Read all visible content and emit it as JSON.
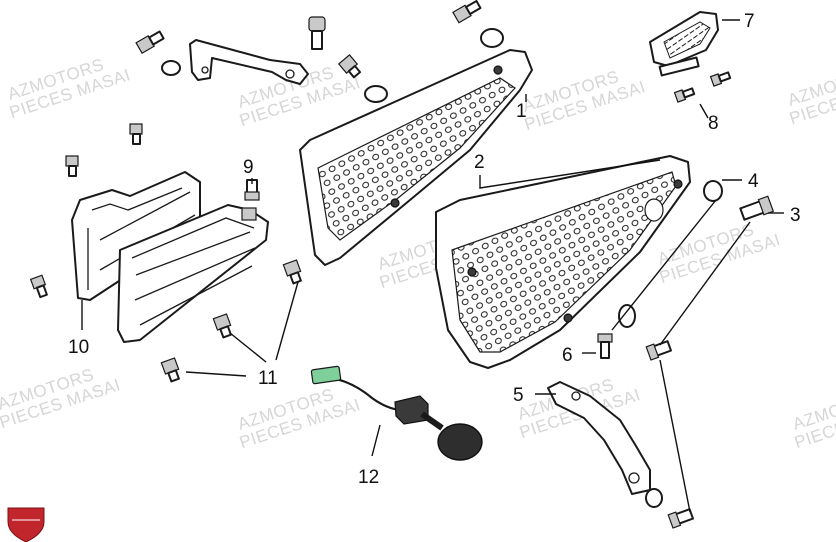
{
  "watermark": {
    "line1": "AZMOTORS",
    "line2": "PIECES MASAI"
  },
  "callouts": [
    {
      "id": "1",
      "text": "1"
    },
    {
      "id": "2",
      "text": "2"
    },
    {
      "id": "3",
      "text": "3"
    },
    {
      "id": "4",
      "text": "4"
    },
    {
      "id": "5",
      "text": "5"
    },
    {
      "id": "6",
      "text": "6"
    },
    {
      "id": "7",
      "text": "7"
    },
    {
      "id": "8",
      "text": "8"
    },
    {
      "id": "9",
      "text": "9"
    },
    {
      "id": "10",
      "text": "10"
    },
    {
      "id": "11",
      "text": "11"
    },
    {
      "id": "12",
      "text": "12"
    }
  ],
  "colors": {
    "line": "#1a1a1a",
    "watermark": "#d6d6d6",
    "logo": "#c0262c",
    "connector": "#7fcf9a"
  },
  "logo_icon": "azmotors-shield-icon"
}
